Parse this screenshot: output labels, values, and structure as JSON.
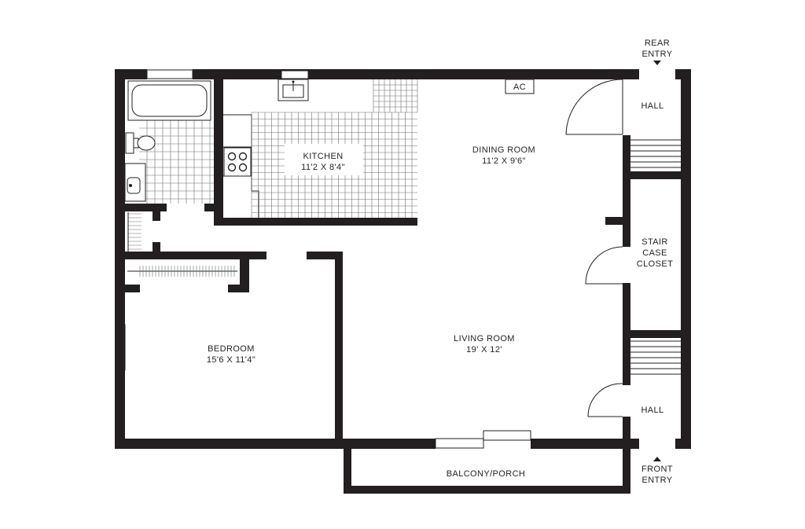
{
  "rooms": {
    "kitchen": {
      "name": "KITCHEN",
      "dims": "11'2 X 8'4\""
    },
    "dining": {
      "name": "DINING ROOM",
      "dims": "11'2 X 9'6\""
    },
    "living": {
      "name": "LIVING ROOM",
      "dims": "19' X 12'"
    },
    "bedroom": {
      "name": "BEDROOM",
      "dims": "15'6 X 11'4\""
    },
    "balcony": {
      "name": "BALCONY/PORCH"
    },
    "hall_top": {
      "name": "HALL"
    },
    "hall_bottom": {
      "name": "HALL"
    },
    "closet": {
      "line1": "STAIR",
      "line2": "CASE",
      "line3": "CLOSET"
    }
  },
  "entries": {
    "rear": {
      "line1": "REAR",
      "line2": "ENTRY"
    },
    "front": {
      "line1": "FRONT",
      "line2": "ENTRY"
    }
  },
  "fixtures": {
    "ac_label": "AC"
  },
  "colors": {
    "wall": "#231f20",
    "tile": "#6d6e71",
    "background": "#ffffff"
  }
}
